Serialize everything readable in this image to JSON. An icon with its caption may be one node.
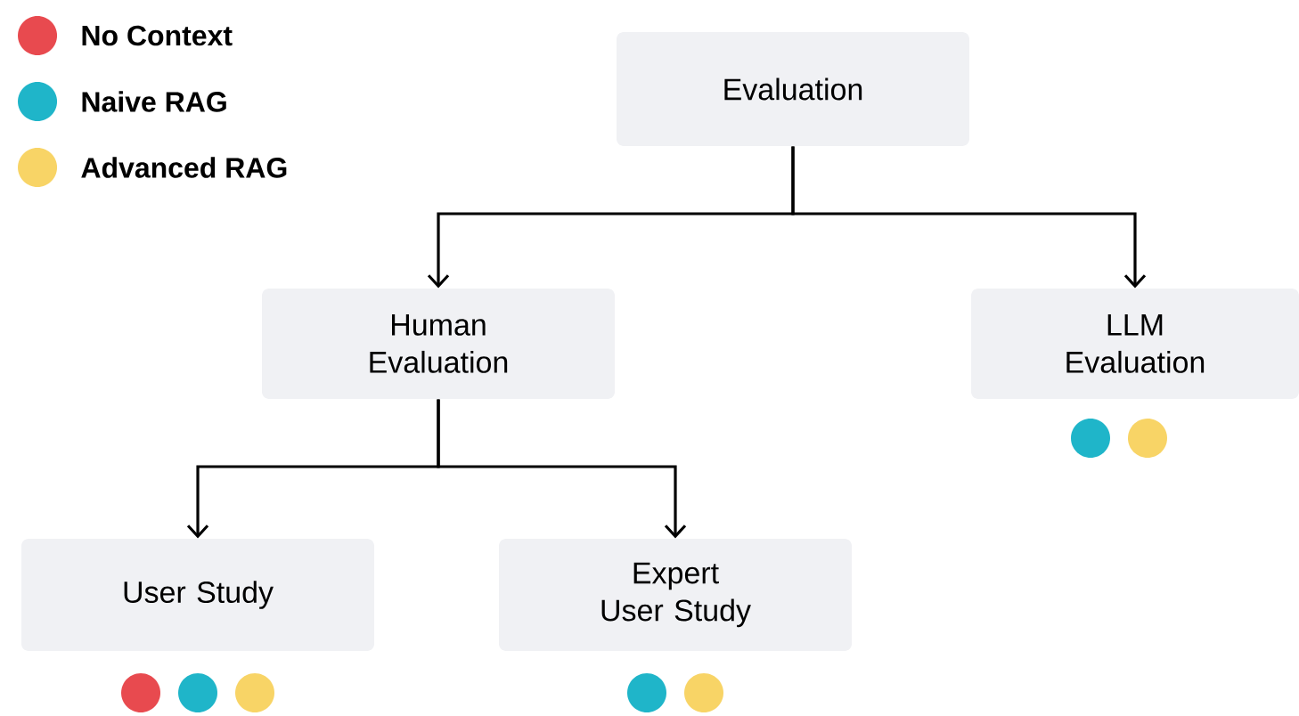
{
  "diagram": {
    "nodes": [
      {
        "text": [
          "Evaluation"
        ]
      },
      {
        "text": [
          "Human Evaluation"
        ]
      },
      {
        "text": [
          "LLM Evaluation"
        ]
      },
      {
        "text": [
          "User Study"
        ]
      },
      {
        "text": [
          "Expert User Study"
        ]
      }
    ],
    "edges": [
      {
        "from": 0,
        "to": 1,
        "arrow": "to"
      },
      {
        "from": 0,
        "to": 2,
        "arrow": "to"
      },
      {
        "from": 1,
        "to": 3,
        "arrow": "to"
      },
      {
        "from": 1,
        "to": 4,
        "arrow": "to"
      }
    ],
    "legend": [
      {
        "text": "No Context",
        "color": "#e84a4f"
      },
      {
        "text": "Naive RAG",
        "color": "#1fb5c9"
      },
      {
        "text": "Advanced RAG",
        "color": "#f8d466"
      }
    ]
  }
}
